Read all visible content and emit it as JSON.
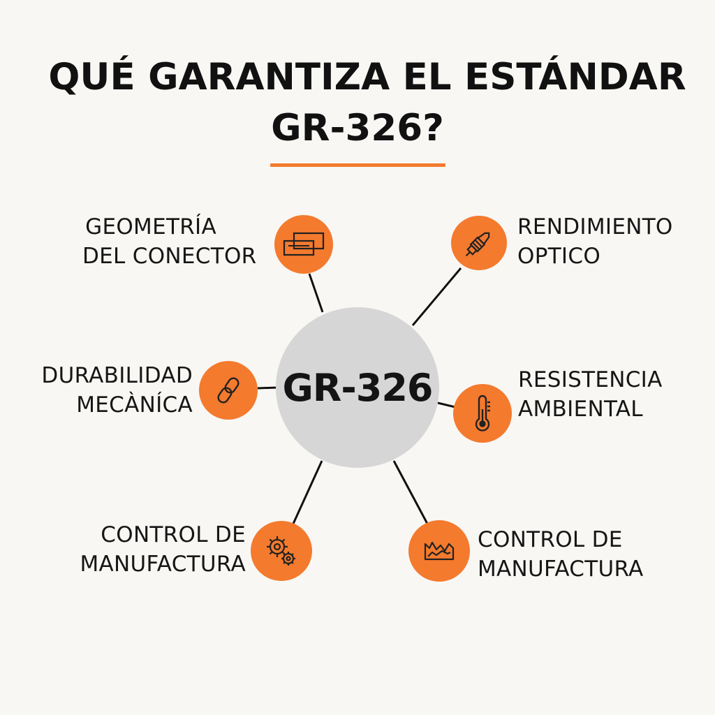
{
  "title": {
    "line1": "QUÉ GARANTIZA EL ESTÁNDAR",
    "line2": "GR-326?"
  },
  "center": {
    "label": "GR-326"
  },
  "colors": {
    "accent": "#f47a2e",
    "hub": "#d6d6d6",
    "background": "#f8f7f4",
    "text": "#141414"
  },
  "nodes": [
    {
      "icon": "connector-icon",
      "lines": [
        "GEOMETRÍA",
        "DEL CONECTOR"
      ]
    },
    {
      "icon": "fiber-probe-icon",
      "lines": [
        "RENDIMIENTO",
        "OPTICO"
      ]
    },
    {
      "icon": "chain-link-icon",
      "lines": [
        "DURABILIDAD",
        "MECÀNÍCA"
      ]
    },
    {
      "icon": "thermometer-icon",
      "lines": [
        "RESISTENCIA",
        "AMBIENTAL"
      ]
    },
    {
      "icon": "gears-icon",
      "lines": [
        "CONTROL DE",
        "MANUFACTURA"
      ]
    },
    {
      "icon": "crown-waveform-icon",
      "lines": [
        "CONTROL DE",
        "MANUFACTURA"
      ]
    }
  ]
}
